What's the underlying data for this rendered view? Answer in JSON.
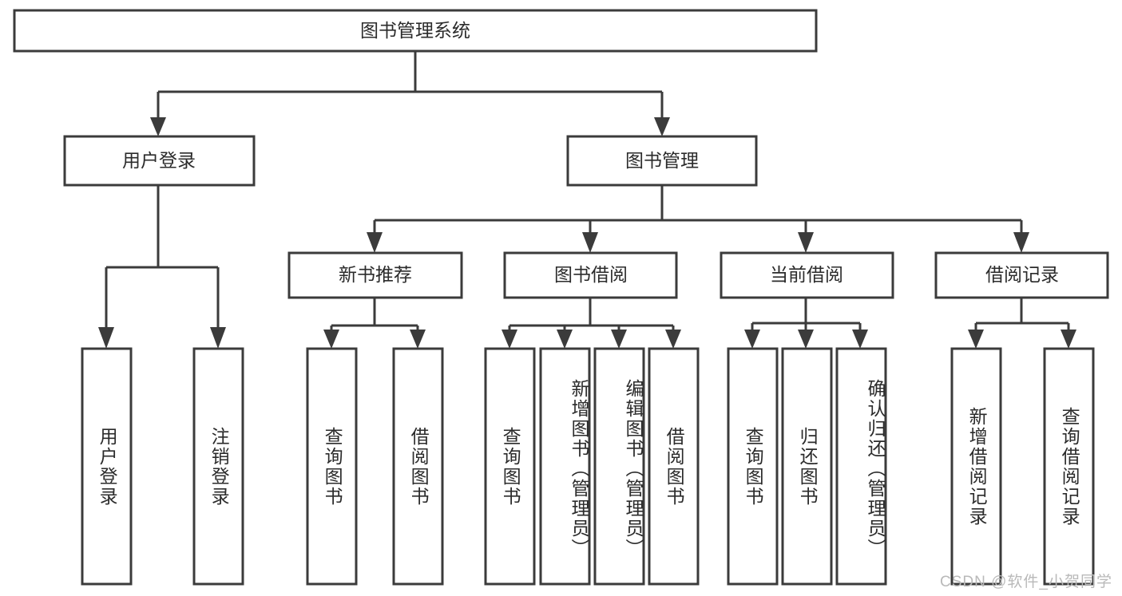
{
  "diagram": {
    "type": "tree-hierarchy",
    "title": "图书管理系统",
    "root": {
      "id": "root",
      "label": "图书管理系统",
      "level": 0
    },
    "level1": [
      {
        "id": "user-login",
        "label": "用户登录"
      },
      {
        "id": "book-management",
        "label": "图书管理"
      }
    ],
    "level2": [
      {
        "id": "new-book-recommend",
        "label": "新书推荐",
        "parent": "book-management"
      },
      {
        "id": "book-borrow",
        "label": "图书借阅",
        "parent": "book-management"
      },
      {
        "id": "current-borrow",
        "label": "当前借阅",
        "parent": "book-management"
      },
      {
        "id": "borrow-record",
        "label": "借阅记录",
        "parent": "book-management"
      }
    ],
    "leaves": [
      {
        "id": "leaf-user-login",
        "label": "用户登录",
        "parent": "user-login"
      },
      {
        "id": "leaf-user-logout",
        "label": "注销登录",
        "parent": "user-login"
      },
      {
        "id": "leaf-query-book-1",
        "label": "查询图书",
        "parent": "new-book-recommend"
      },
      {
        "id": "leaf-borrow-book-1",
        "label": "借阅图书",
        "parent": "new-book-recommend"
      },
      {
        "id": "leaf-query-book-2",
        "label": "查询图书",
        "parent": "book-borrow"
      },
      {
        "id": "leaf-add-book",
        "label": "新增图书（管理员）",
        "parent": "book-borrow"
      },
      {
        "id": "leaf-edit-book",
        "label": "编辑图书（管理员）",
        "parent": "book-borrow"
      },
      {
        "id": "leaf-borrow-book-2",
        "label": "借阅图书",
        "parent": "book-borrow"
      },
      {
        "id": "leaf-query-book-3",
        "label": "查询图书",
        "parent": "current-borrow"
      },
      {
        "id": "leaf-return-book",
        "label": "归还图书",
        "parent": "current-borrow"
      },
      {
        "id": "leaf-confirm-return",
        "label": "确认归还（管理员）",
        "parent": "current-borrow"
      },
      {
        "id": "leaf-add-record",
        "label": "新增借阅记录",
        "parent": "borrow-record"
      },
      {
        "id": "leaf-query-record",
        "label": "查询借阅记录",
        "parent": "borrow-record"
      }
    ]
  },
  "watermark": {
    "text": "CSDN @软件_小贺同学"
  },
  "colors": {
    "stroke": "#3b3b3b",
    "fill": "#ffffff",
    "text": "#2b2b2b",
    "watermark": "#b9b9b9",
    "background": "#ffffff"
  }
}
